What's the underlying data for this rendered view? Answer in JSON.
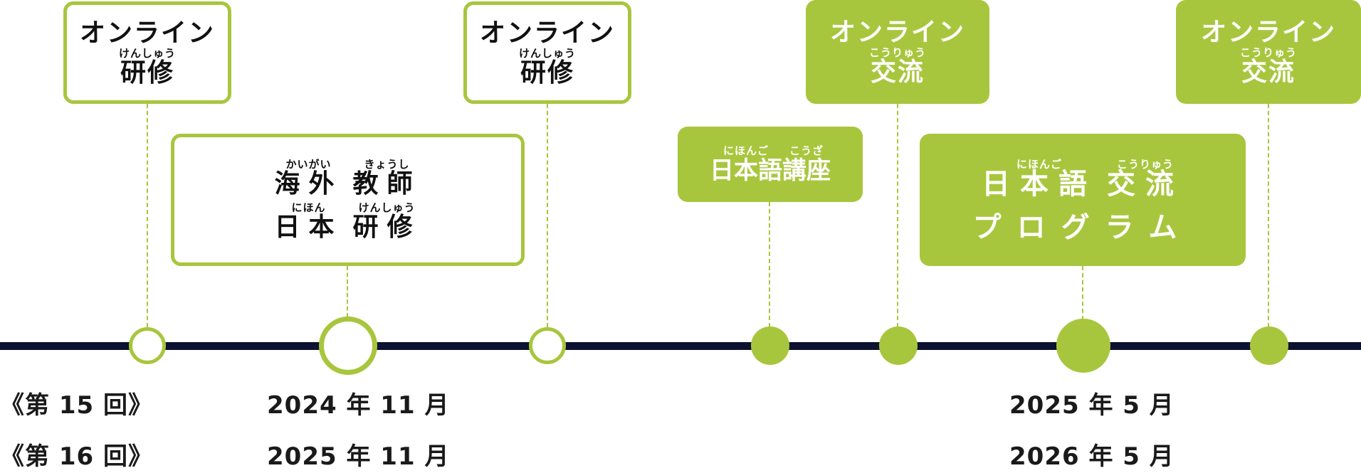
{
  "colors": {
    "accent": "#a8c63d",
    "timeline": "#0c1230",
    "text": "#111111"
  },
  "events": {
    "online_training_1": {
      "title": "オンライン",
      "ruby": "けんしゅう",
      "kanji": "研修"
    },
    "overseas_training": {
      "line1": {
        "ruby_a": "かいがい",
        "kanji_a": "海外",
        "ruby_b": "きょうし",
        "kanji_b": "教師"
      },
      "line2": {
        "ruby_a": "にほん",
        "kanji_a": "日本",
        "ruby_b": "けんしゅう",
        "kanji_b": "研修"
      }
    },
    "online_training_2": {
      "title": "オンライン",
      "ruby": "けんしゅう",
      "kanji": "研修"
    },
    "japanese_course": {
      "ruby_a": "にほんご",
      "kanji_a": "日本語",
      "ruby_b": "こうざ",
      "kanji_b": "講座"
    },
    "online_exchange_1": {
      "title": "オンライン",
      "ruby": "こうりゅう",
      "kanji": "交流"
    },
    "exchange_program": {
      "ruby_a": "にほんご",
      "kanji_a": "日本語",
      "ruby_b": "こうりゅう",
      "kanji_b": "交流",
      "line2": "プログラム"
    },
    "online_exchange_2": {
      "title": "オンライン",
      "ruby": "こうりゅう",
      "kanji": "交流"
    }
  },
  "schedule": {
    "rows": [
      {
        "edition": "《第 15 回》",
        "date_a": "2024 年 11 月",
        "date_b": "2025 年 5 月"
      },
      {
        "edition": "《第 16 回》",
        "date_a": "2025 年 11 月",
        "date_b": "2026 年 5 月"
      }
    ]
  }
}
